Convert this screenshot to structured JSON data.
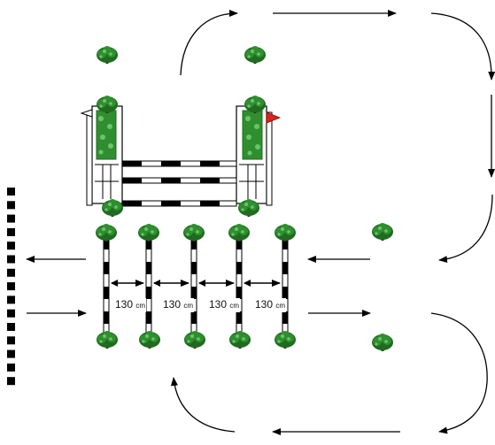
{
  "diagram": {
    "gap_value": "130",
    "gap_unit": "cm",
    "ground_pole_count": 5,
    "colors": {
      "line": "#000000",
      "tree_dark": "#1f6b1f",
      "tree_mid": "#2f8f2f",
      "tree_light": "#6cc36c",
      "flag_red": "#e0201a",
      "flag_white": "#ffffff"
    },
    "icons": [
      "tree-icon",
      "red-flag-icon",
      "white-flag-icon",
      "arrow-icon",
      "curved-arrow-icon"
    ]
  }
}
